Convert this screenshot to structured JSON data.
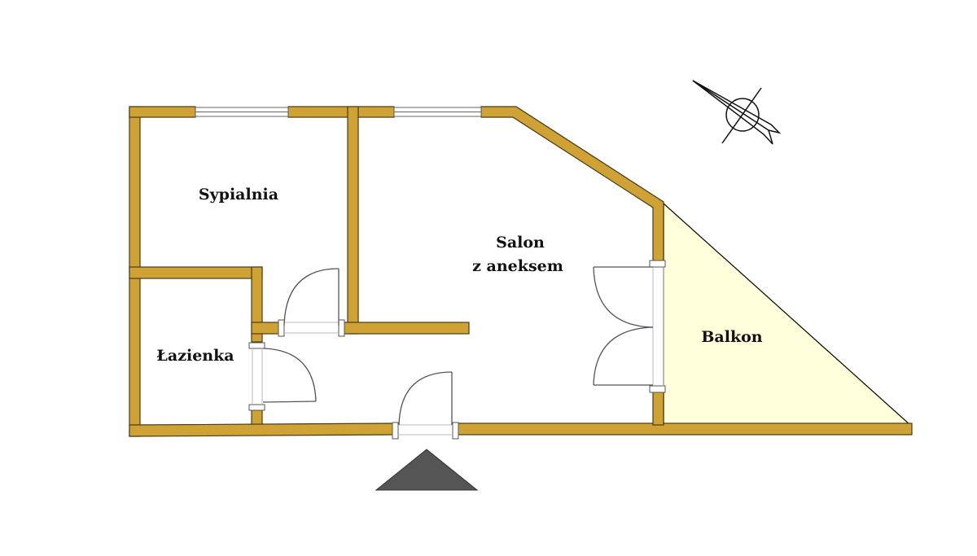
{
  "rooms": {
    "bedroom": "Sypialnia",
    "living_line1": "Salon",
    "living_line2": "z aneksem",
    "bathroom": "Łazienka",
    "balcony": "Balkon"
  },
  "colors": {
    "wall": "#cfa236",
    "balcony": "#ffffdc",
    "entrance_marker": "#555555"
  },
  "icons": {
    "compass": "compass-icon",
    "entrance": "entrance-triangle-icon"
  }
}
